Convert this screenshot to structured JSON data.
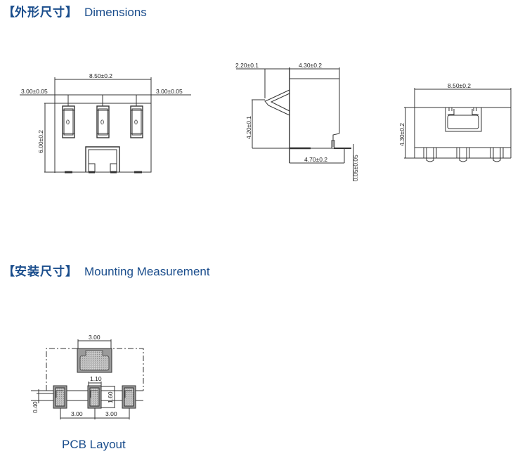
{
  "sections": {
    "dimensions": {
      "bracket_open": "【",
      "title_cn": "外形尺寸",
      "bracket_close": "】",
      "title_en": "Dimensions"
    },
    "mounting": {
      "bracket_open": "【",
      "title_cn": "安装尺寸",
      "bracket_close": "】",
      "title_en": "Mounting Measurement"
    }
  },
  "front_view": {
    "width_label": "8.50±0.2",
    "left_pitch_label": "3.00±0.05",
    "right_pitch_label": "3.00±0.05",
    "height_label": "6.00±0.2",
    "switch_glyph": "0"
  },
  "side_view": {
    "lever_label": "2.20±0.1",
    "body_depth_label": "4.30±0.2",
    "height_label": "4.20±0.1",
    "base_label": "4.70±0.2",
    "terminal_label": "0.05±0.05"
  },
  "rear_view": {
    "width_label": "8.50±0.2",
    "height_label": "4.30±0.2"
  },
  "pcb_layout": {
    "top_pad_label": "3.00",
    "pad_width_label": "1.10",
    "pad_height_label": "1.60",
    "offset_label": "0.40",
    "pitch_left_label": "3.00",
    "pitch_right_label": "3.00",
    "caption": "PCB Layout"
  },
  "colors": {
    "heading": "#1a4d8c",
    "line": "#333333",
    "pad_fill": "#a9a9a9"
  }
}
